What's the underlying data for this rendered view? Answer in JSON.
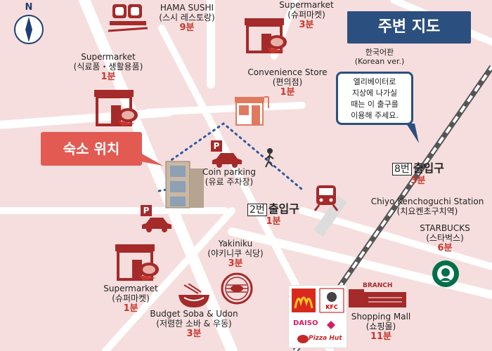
{
  "title": "주변 지도",
  "language_note": [
    "한국어판",
    "(Korean ver.)"
  ],
  "accommodation": "숙소 위치",
  "elevator_note": [
    "엘리베이터로",
    "지상에 나가실",
    "때는 이 출구를",
    "이용해 주세요."
  ],
  "compass": "N",
  "places": {
    "hama_sushi": {
      "name": "HAMA SUSHI",
      "name_ko": "(스시 레스토랑)",
      "time": "9분"
    },
    "supermarket_top": {
      "name": "Supermarket",
      "name_ko": "(슈퍼마켓)",
      "time": "3분"
    },
    "supermarket_left": {
      "name": "Supermarket",
      "name_ko": "(식료품・생활용품)",
      "time": "1분"
    },
    "convenience": {
      "name": "Convenience Store",
      "name_ko": "(편의점)",
      "time": "1분"
    },
    "coin_parking": {
      "name": "Coin parking",
      "name_ko": "(유료 주차장)"
    },
    "exit2": {
      "num": "2번",
      "label": "출입구",
      "time": "1분"
    },
    "exit8": {
      "num": "8번",
      "label": "출입구",
      "time": "3분"
    },
    "station": {
      "name": "Chiyo Kenchoguchi Station",
      "name_ko": "(치요켄초구치역)"
    },
    "starbucks": {
      "name": "STARBUCKS",
      "name_ko": "(스타벅스)",
      "time": "6분"
    },
    "yakiniku": {
      "name": "Yakiniku",
      "name_ko": "(야키니쿠 식당)",
      "time": "3분"
    },
    "supermarket_bottom": {
      "name": "Supermarket",
      "name_ko": "(슈퍼마켓)",
      "time": "1분"
    },
    "soba": {
      "name": "Budget Soba & Udon",
      "name_ko": "(저렴한 소바 & 우동)",
      "time": "3분"
    },
    "mall": {
      "name": "Shopping Mall",
      "name_ko": "(쇼핑몰)",
      "time": "11분",
      "brand": "BRANCH"
    }
  },
  "logos": {
    "kfc": "KFC",
    "daiso": "DAISO",
    "pizza_hut": "Pizza Hut"
  },
  "parking_letter": "P",
  "colors": {
    "background": "#f6dede",
    "road": "#ffffff",
    "accent_red": "#c8372d",
    "icon_red": "#a52a2a",
    "navy": "#2b4f7e",
    "route": "#2c5aa0",
    "accommodation": "#e25a52"
  }
}
